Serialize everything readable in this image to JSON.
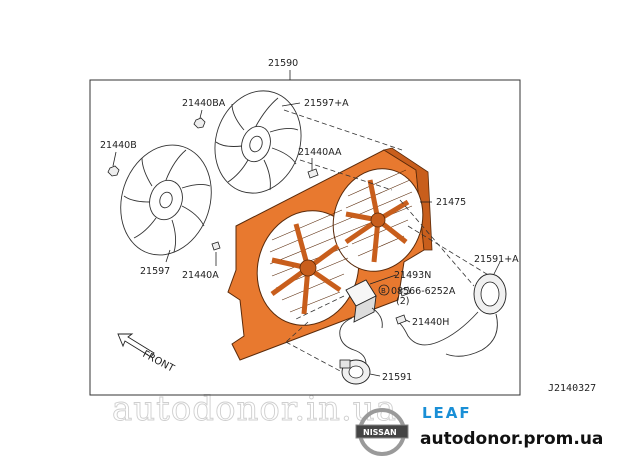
{
  "diagram": {
    "labels": {
      "assembly": "21590",
      "fan_a": "21597+A",
      "nut_a": "21440BA",
      "nut_b": "21440B",
      "bolt_aa": "21440AA",
      "shroud": "21475",
      "motor_a": "21591+A",
      "fan": "21597",
      "bolt_a": "21440A",
      "resistor": "21493N",
      "bolt_spec": "08566-6252A",
      "bolt_qty": "(2)",
      "bolt_h": "21440H",
      "motor": "21591",
      "bolt_marker": "B"
    },
    "front_label": "FRONT",
    "figure_code": "J2140327"
  },
  "branding": {
    "watermark": "autodonor.in.ua",
    "model": "LEAF",
    "brand": "NISSAN",
    "site": "autodonor.prom.ua"
  },
  "colors": {
    "shroud": "#e8792f",
    "model_text": "#1a8fd6"
  }
}
